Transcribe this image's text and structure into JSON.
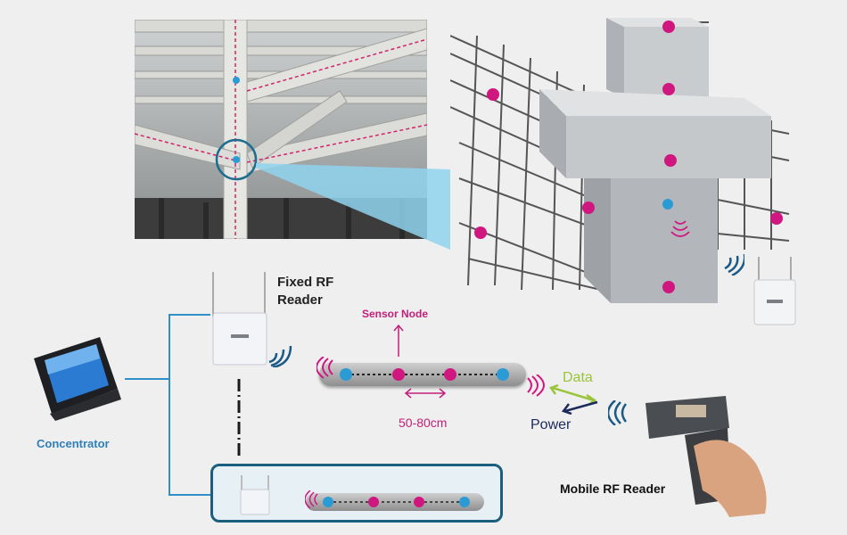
{
  "labels": {
    "fixed_reader": [
      "Fixed RF",
      "Reader"
    ],
    "sensor_node": "Sensor Node",
    "spacing": "50-80cm",
    "data": "Data",
    "power": "Power",
    "concentrator": "Concentrator",
    "mobile_reader": "Mobile RF Reader"
  },
  "colors": {
    "sensor_magenta": "#d01780",
    "sensor_blue": "#2b9bd6",
    "link_blue": "#2f8fc6",
    "data_green": "#9ac43a",
    "power_navy": "#1c2a5c",
    "concentrator_text": "#2f7fb8",
    "highlight_cyan": "#8fd3ee"
  },
  "icons": [
    "wireless-signal-icon",
    "rf-reader-icon",
    "concentrator-terminal-icon",
    "handheld-scanner-icon"
  ]
}
